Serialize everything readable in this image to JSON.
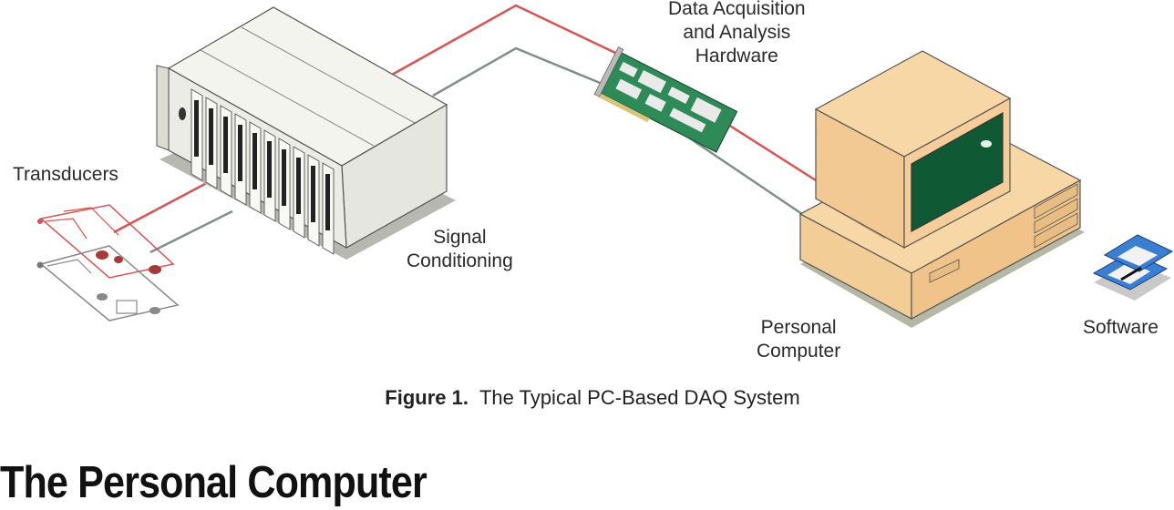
{
  "labels": {
    "transducers": "Transducers",
    "signal_conditioning": [
      "Signal",
      "Conditioning"
    ],
    "daq_hardware": [
      "Data Acquisition",
      "and Analysis",
      "Hardware"
    ],
    "personal_computer": [
      "Personal",
      "Computer"
    ],
    "software": "Software"
  },
  "caption": {
    "number": "Figure 1.",
    "text": "The Typical PC-Based DAQ System"
  },
  "section_heading": "The Personal Computer",
  "colors": {
    "signal_wire": "#d9534f",
    "ground_wire": "#7f8f8a",
    "chassis": "#efefea",
    "computer_body": "#f5cf9a",
    "screen": "#0f5a35",
    "board": "#2e8b57",
    "disk": "#3b7fd4"
  }
}
